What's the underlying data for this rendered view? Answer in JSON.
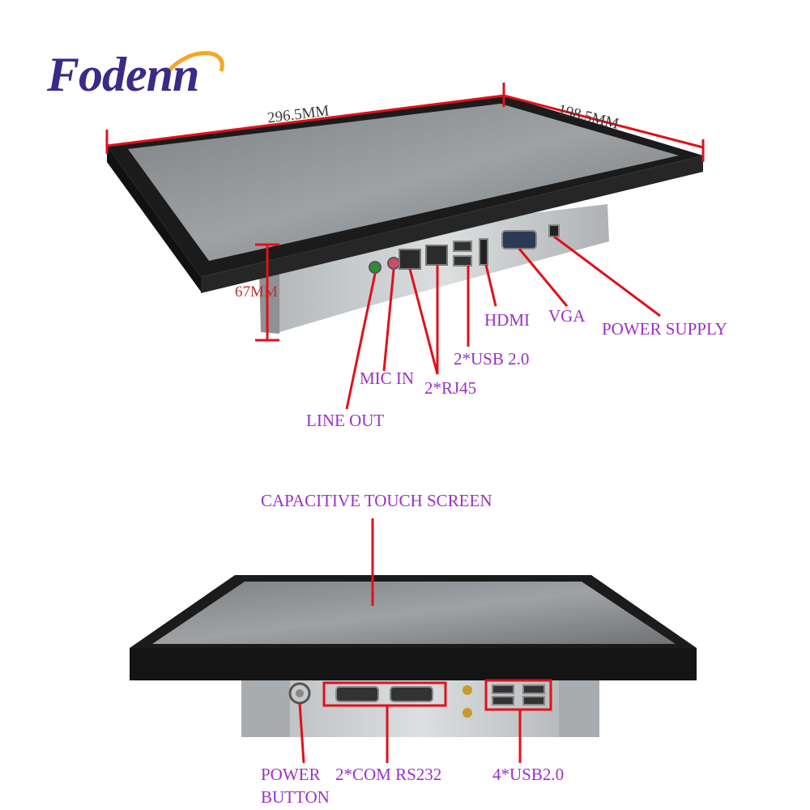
{
  "brand": {
    "name": "Fodenn",
    "accent_color": "#f5a623",
    "text_color": "#3b2a86"
  },
  "dimensions": {
    "width": "296.5MM",
    "depth": "198.5MM",
    "height": "67MM"
  },
  "top_view_labels": {
    "hdmi": "HDMI",
    "vga": "VGA",
    "power_supply": "POWER SUPPLY",
    "usb": "2*USB 2.0",
    "mic_in": "MIC IN",
    "rj45": "2*RJ45",
    "line_out": "LINE OUT"
  },
  "bottom_view_labels": {
    "touch_screen": "CAPACITIVE TOUCH SCREEN",
    "power_button_line1": "POWER",
    "power_button_line2": "BUTTON",
    "com": "2*COM RS232",
    "usb": "4*USB2.0"
  },
  "colors": {
    "label": "#9b2fc9",
    "callout_line": "#e0111b",
    "bezel": "#1b1b1b",
    "screen": "#8c8f91",
    "chassis": "#c9ccce"
  }
}
